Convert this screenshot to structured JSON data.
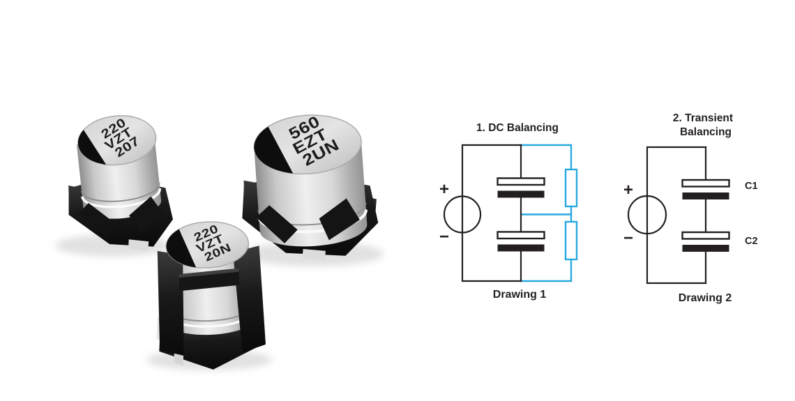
{
  "colors": {
    "accent_cyan": "#29a9e0",
    "line_black": "#231f20",
    "background": "#ffffff"
  },
  "photo": {
    "capacitors": [
      {
        "label_lines": [
          "220",
          "VZT",
          "207"
        ]
      },
      {
        "label_lines": [
          "560",
          "EZT",
          "2UN"
        ]
      },
      {
        "label_lines": [
          "220",
          "VZT",
          "20N"
        ]
      }
    ]
  },
  "drawing1": {
    "title": "1. DC Balancing",
    "caption": "Drawing 1",
    "source_plus": "+",
    "source_minus": "−"
  },
  "drawing2": {
    "title_line1": "2. Transient",
    "title_line2": "Balancing",
    "caption": "Drawing 2",
    "source_plus": "+",
    "source_minus": "−",
    "cap1_label": "C1",
    "cap2_label": "C2"
  }
}
